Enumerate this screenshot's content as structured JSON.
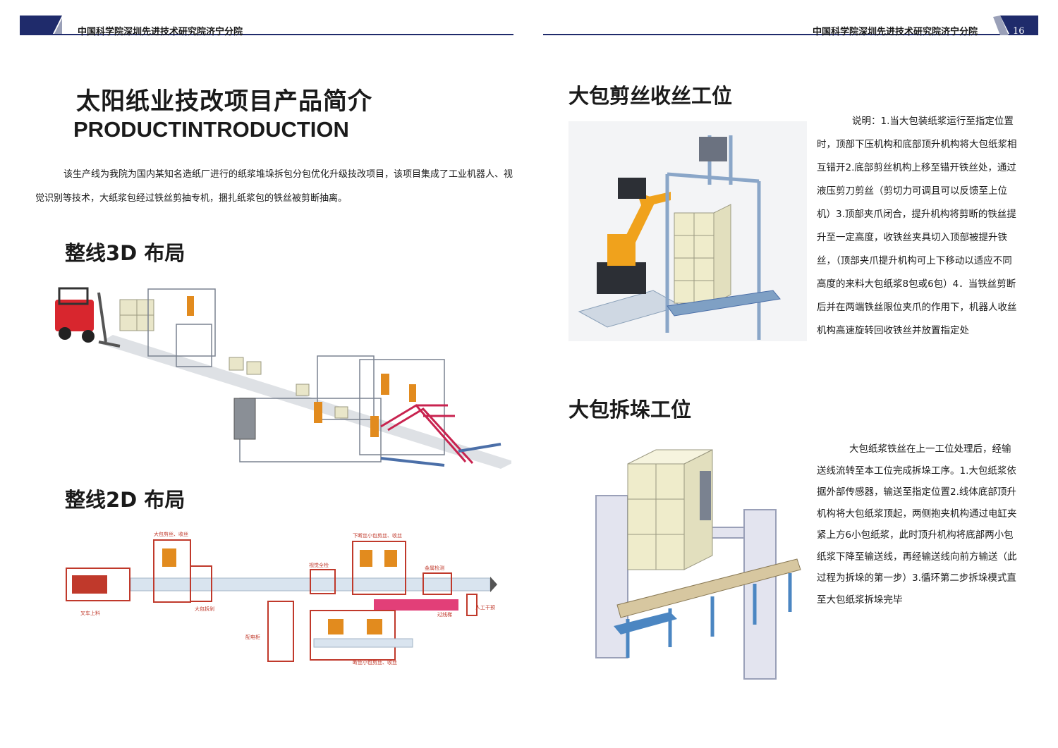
{
  "header": {
    "left_institute": "中国科学院深圳先进技术研究院济宁分院",
    "right_institute": "中国科学院深圳先进技术研究院济宁分院",
    "page_number": "16",
    "accent": "#1f2b6b"
  },
  "left": {
    "title_cn": "太阳纸业技改项目产品简介",
    "title_en": "PRODUCTINTRODUCTION",
    "intro": "该生产线为我院为国内某知名造纸厂进行的纸浆堆垛拆包分包优化升级技改项目，该项目集成了工业机器人、视觉识别等技术，大纸浆包经过铁丝剪抽专机，捆扎纸浆包的铁丝被剪断抽离。",
    "section_3d": "整线3D 布局",
    "section_2d": "整线2D 布局",
    "layout2d_labels": {
      "big_cut": "大包剪丝、收丝",
      "small_cut": "下断丝小包剪丝、收丝",
      "vision": "视觉全检",
      "metal": "金属检测",
      "forklift": "叉车上料",
      "unstack": "大包拆剁",
      "elevator": "过线梯",
      "manual": "人工干预",
      "cabinet": "配电柜",
      "bottom": "断丝小包剪丝、收丝"
    }
  },
  "right": {
    "section1": "大包剪丝收丝工位",
    "desc1": "说明：1.当大包装纸浆运行至指定位置时，顶部下压机构和底部顶升机构将大包纸浆相互错开2.底部剪丝机构上移至错开铁丝处，通过液压剪刀剪丝（剪切力可调且可以反馈至上位机）3.顶部夹爪闭合，提升机构将剪断的铁丝提升至一定高度，收铁丝夹具切入顶部被提升铁丝，（顶部夹爪提升机构可上下移动以适应不同高度的来料大包纸浆8包或6包）4．当铁丝剪断后并在两端铁丝限位夹爪的作用下，机器人收丝机构高速旋转回收铁丝并放置指定处",
    "section2": "大包拆垛工位",
    "desc2": "大包纸浆铁丝在上一工位处理后，经输送线流转至本工位完成拆垛工序。1.大包纸浆依据外部传感器，输送至指定位置2.线体底部顶升机构将大包纸浆顶起，两侧抱夹机构通过电缸夹紧上方6小包纸浆，此时顶升机构将底部两小包纸浆下降至输送线，再经输送线向前方输送（此过程为拆垛的第一步）3.循环第二步拆垛模式直至大包纸浆拆垛完毕"
  }
}
